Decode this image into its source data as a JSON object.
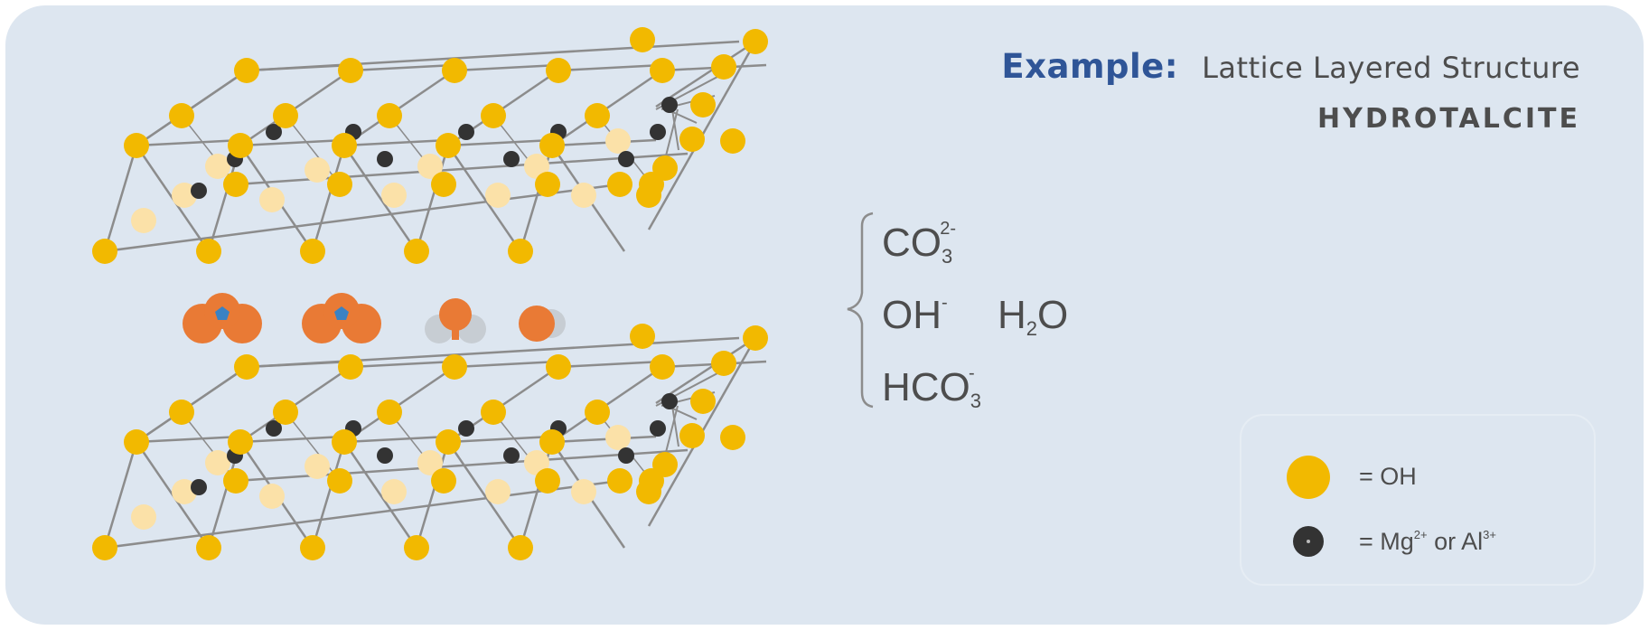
{
  "title": {
    "label": "Example:",
    "text": "Lattice Layered Structure",
    "subtitle": "HYDROTALCITE"
  },
  "anions": [
    {
      "base": "CO",
      "sub": "3",
      "sup": "2-"
    },
    {
      "base": "OH",
      "sup": "-"
    },
    {
      "base": "H",
      "sub": "2",
      "tail": "O"
    },
    {
      "base": "HCO",
      "sub": "3",
      "sup": "-"
    }
  ],
  "legend": {
    "oh_text": "= OH",
    "mg_text": "= Mg",
    "mg_sup": "2+",
    "mg_or": " or Al",
    "al_sup": "3+"
  },
  "colors": {
    "oh": "#f2b900",
    "oh_back": "#fbe1a8",
    "metal": "#333333",
    "oxygen": "#e97a35",
    "carbon": "#3a82c4",
    "hydrogen": "#c7cdd3",
    "bond": "#8c8c8c",
    "panel": "#dde6f0",
    "accent": "#2f5597"
  }
}
